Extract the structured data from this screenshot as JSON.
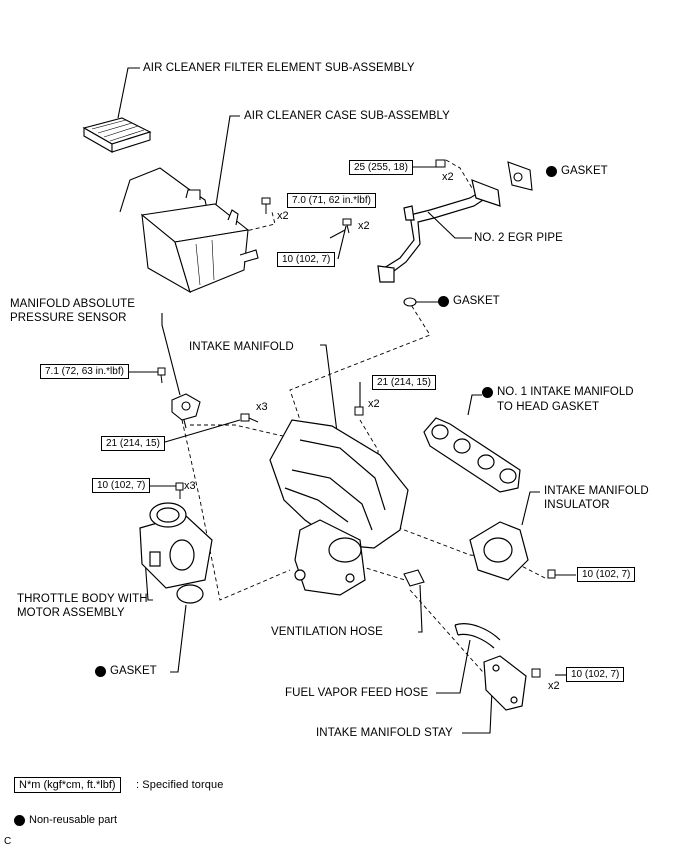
{
  "labels": {
    "air_cleaner_filter": "AIR CLEANER FILTER ELEMENT SUB-ASSEMBLY",
    "air_cleaner_case": "AIR CLEANER CASE SUB-ASSEMBLY",
    "gasket_egr_top": "GASKET",
    "no2_egr_pipe": "NO. 2 EGR PIPE",
    "gasket_egr_bottom": "GASKET",
    "map_sensor_line1": "MANIFOLD ABSOLUTE",
    "map_sensor_line2": "PRESSURE SENSOR",
    "intake_manifold": "INTAKE MANIFOLD",
    "no1_gasket_line1": "NO. 1 INTAKE MANIFOLD",
    "no1_gasket_line2": "TO HEAD GASKET",
    "insulator_line1": "INTAKE MANIFOLD",
    "insulator_line2": "INSULATOR",
    "throttle_line1": "THROTTLE BODY WITH",
    "throttle_line2": "MOTOR ASSEMBLY",
    "gasket_throttle": "GASKET",
    "ventilation_hose": "VENTILATION HOSE",
    "fuel_vapor_hose": "FUEL VAPOR FEED HOSE",
    "manifold_stay": "INTAKE MANIFOLD STAY"
  },
  "torques": {
    "egr_bolt": "25 (255, 18)",
    "case_bolt": "7.0 (71, 62 in.*lbf)",
    "egr_pipe_bolt": "10 (102, 7)",
    "map_bolt": "7.1 (72, 63 in.*lbf)",
    "manifold_nut": "21 (214, 15)",
    "manifold_bolt": "21 (214, 15)",
    "throttle_bolt": "10 (102, 7)",
    "insulator_bolt": "10 (102, 7)",
    "stay_bolt": "10 (102, 7)"
  },
  "multipliers": {
    "egr_bolt": "x2",
    "case_bolt": "x2",
    "egr_pipe_bolt": "x2",
    "manifold_nut": "x2",
    "manifold_bolt": "x3",
    "throttle_bolt": "x3",
    "stay_bolt": "x2"
  },
  "legend": {
    "torque_unit": "N*m (kgf*cm, ft.*lbf)",
    "torque_desc": ": Specified torque",
    "nonreusable_desc": "Non-reusable part"
  },
  "corner_mark": "C"
}
